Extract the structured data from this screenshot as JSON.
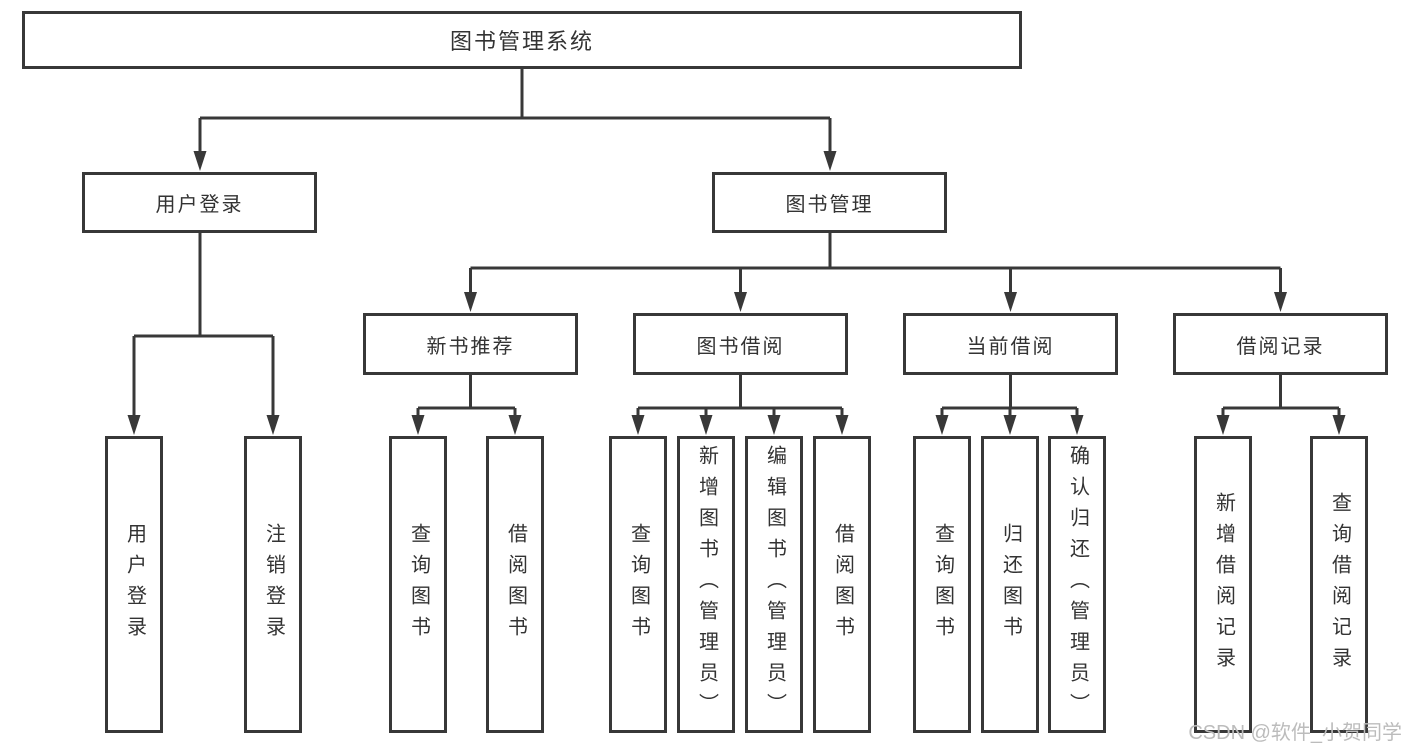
{
  "diagram": {
    "watermark": "CSDN @软件_小贺同学",
    "nodes": {
      "root": "图书管理系统",
      "user_login": "用户登录",
      "book_mgmt": "图书管理",
      "new_book": "新书推荐",
      "book_borrow": "图书借阅",
      "current_borrow": "当前借阅",
      "borrow_record": "借阅记录",
      "leaf_user_login": "用户登录",
      "leaf_logout": "注销登录",
      "leaf_nb_query": "查询图书",
      "leaf_nb_borrow": "借阅图书",
      "leaf_bb_query": "查询图书",
      "leaf_bb_add": "新增图书（管理员）",
      "leaf_bb_edit": "编辑图书（管理员）",
      "leaf_bb_borrow": "借阅图书",
      "leaf_cb_query": "查询图书",
      "leaf_cb_return": "归还图书",
      "leaf_cb_confirm": "确认归还（管理员）",
      "leaf_br_add": "新增借阅记录",
      "leaf_br_query": "查询借阅记录"
    },
    "line_color": "#383838",
    "text_color": "#333333"
  }
}
